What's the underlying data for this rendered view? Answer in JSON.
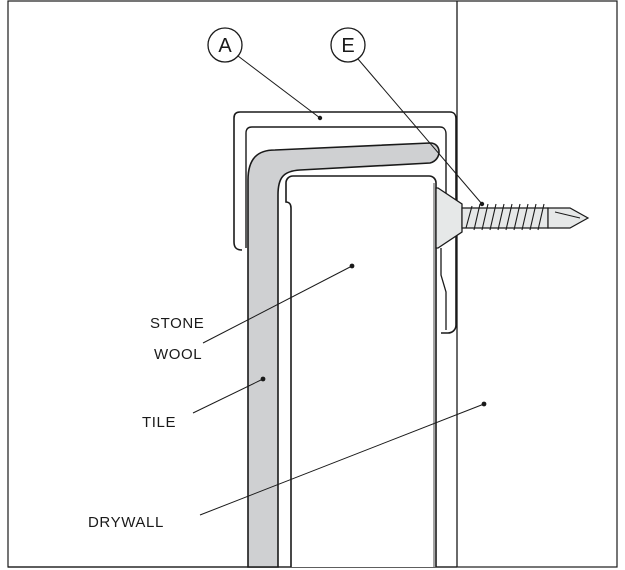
{
  "callouts": {
    "a": "A",
    "e": "E"
  },
  "labels": {
    "stone_wool_line1": "STONE",
    "stone_wool_line2": "WOOL",
    "tile": "TILE",
    "drywall": "DRYWALL"
  },
  "colors": {
    "tile_fill": "#cfd0d2",
    "outline": "#1a1a1a",
    "screw_fill": "#e6e8e8",
    "background": "#ffffff"
  }
}
